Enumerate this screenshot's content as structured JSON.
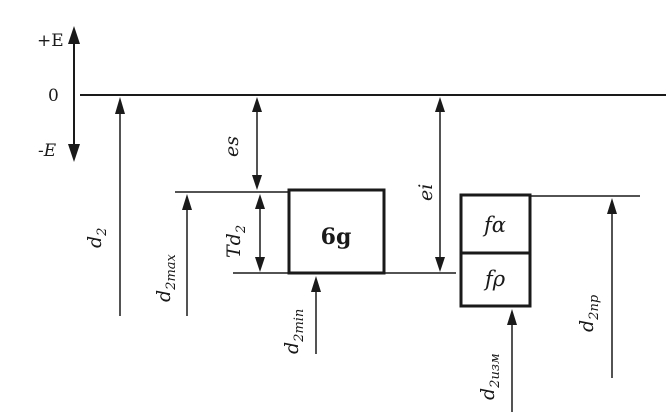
{
  "axis": {
    "plus_e": "+E",
    "zero": "0",
    "minus_e": "-E"
  },
  "labels": {
    "d2_main": "d",
    "d2_main_sub": "2",
    "d2max": "d",
    "d2max_sub": "2max",
    "td2": "Td",
    "td2_sub": "2",
    "es": "es",
    "ei": "ei",
    "d2min": "d",
    "d2min_sub": "2min",
    "d2izm": "d",
    "d2izm_sub": "2изм",
    "d2pr": "d",
    "d2pr_sub": "2пр"
  },
  "boxes": {
    "tolerance_field": "6g",
    "f_alpha": "fα",
    "f_rho": "fρ"
  }
}
